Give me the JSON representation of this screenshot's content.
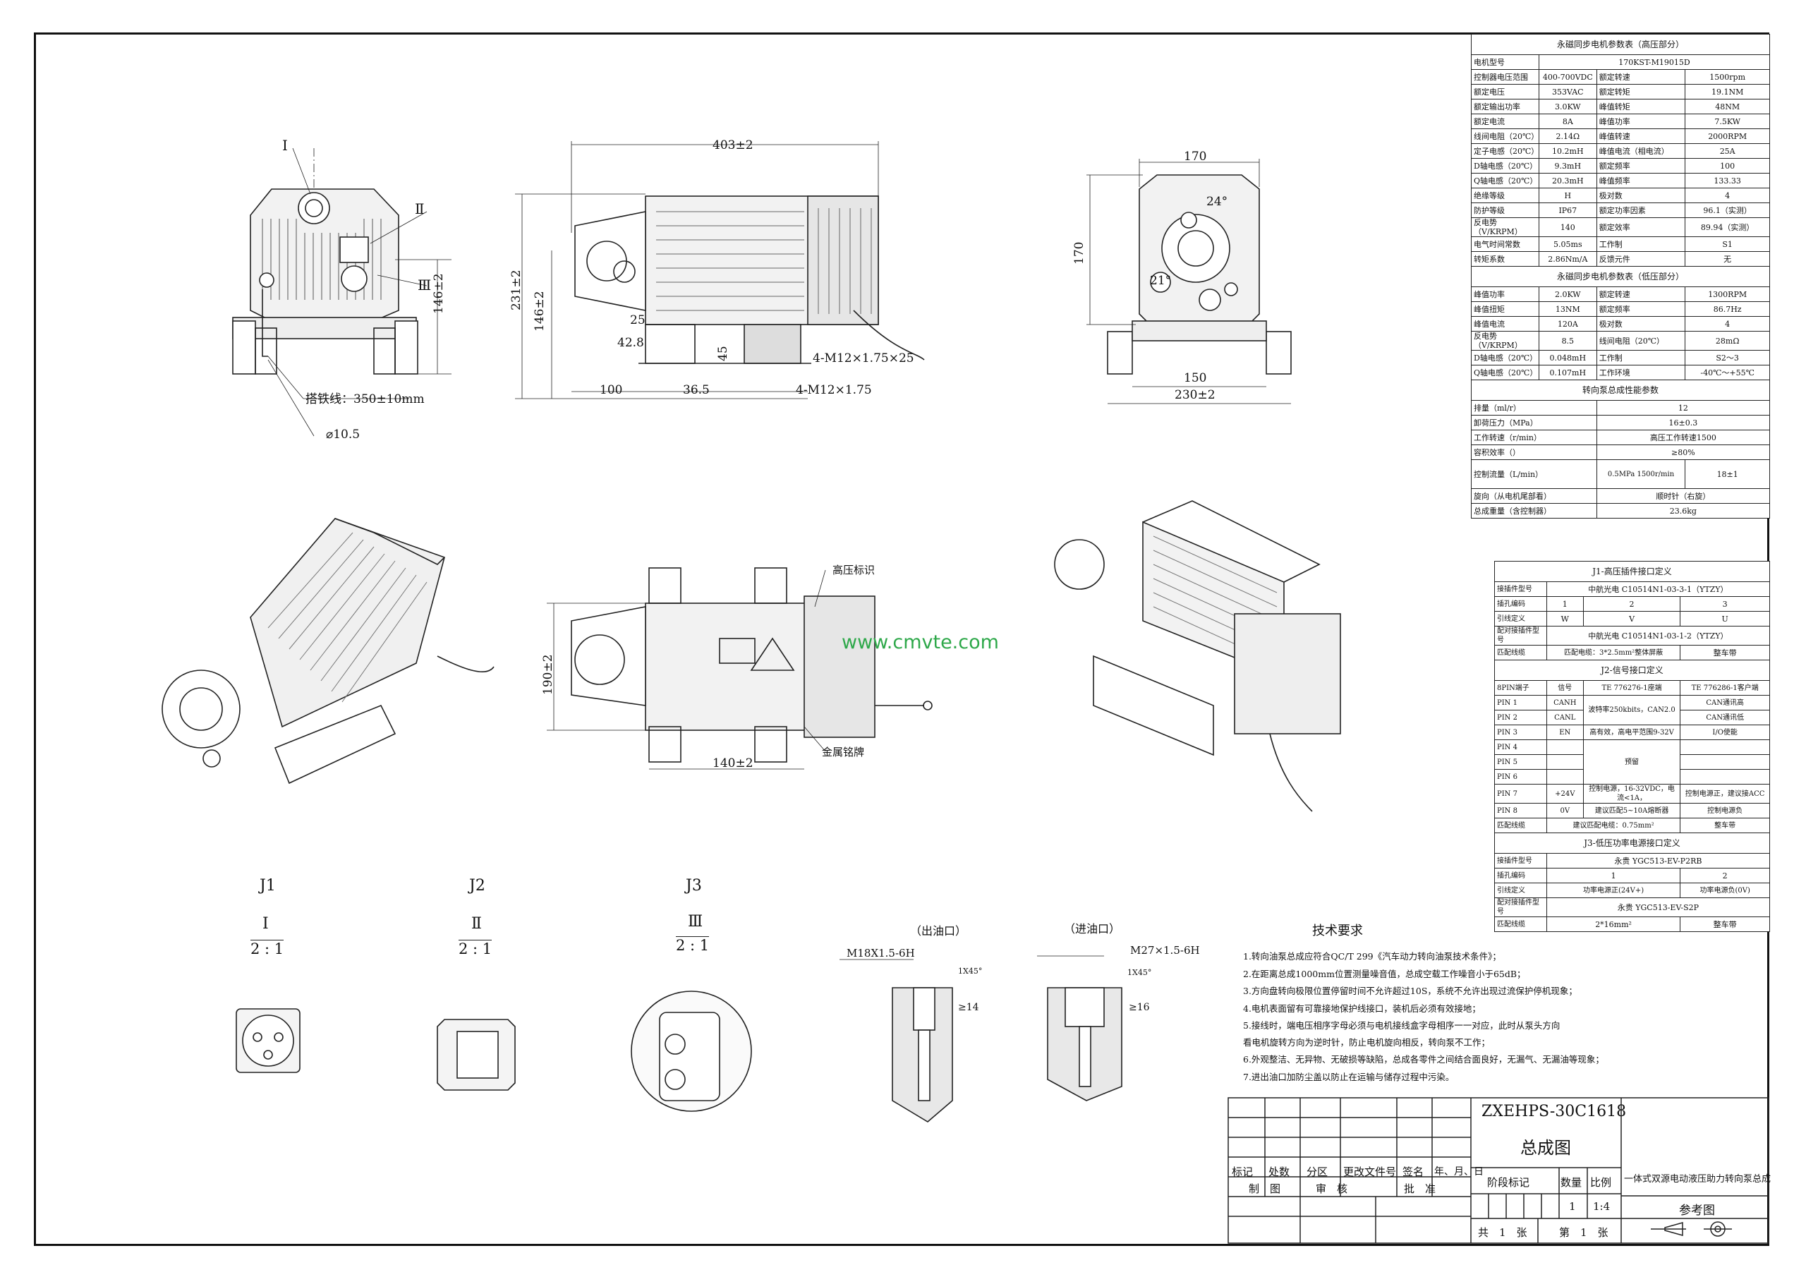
{
  "views": {
    "roman_I": "I",
    "roman_II": "Ⅱ",
    "roman_III": "Ⅲ",
    "dims_front": {
      "ground_wire": "搭铁线：350±10mm",
      "hole_dia": "⌀10.5",
      "height_146": "146±2"
    },
    "dims_side": {
      "len_403": "403±2",
      "h_231": "231±2",
      "h_146": "146±2",
      "d_25": "25",
      "d_42_8": "42.8",
      "d_45": "45",
      "d_100": "100",
      "d_36_5": "36.5",
      "bolt_1": "4-M12×1.75×25",
      "bolt_2": "4-M12×1.75"
    },
    "dims_end": {
      "w_170": "170",
      "h_170": "170",
      "ang_24": "24°",
      "ang_21": "21°",
      "w_150": "150",
      "w_230": "230±2"
    },
    "dims_top": {
      "hv_mark": "高压标识",
      "h_190": "190±2",
      "w_140": "140±2",
      "nameplate": "金属铭牌"
    },
    "watermark": "www.cmvte.com"
  },
  "details": [
    {
      "title": "J1",
      "roman": "I",
      "scale": "2 : 1"
    },
    {
      "title": "J2",
      "roman": "Ⅱ",
      "scale": "2 : 1"
    },
    {
      "title": "J3",
      "roman": "Ⅲ",
      "scale": "2 : 1"
    }
  ],
  "ports": {
    "outlet": {
      "title": "（出油口）",
      "thread": "M18X1.5-6H",
      "chamfer": "1X45°",
      "depth": "≥14"
    },
    "inlet": {
      "title": "（进油口）",
      "thread": "M27×1.5-6H",
      "chamfer": "1X45°",
      "depth": "≥16"
    }
  },
  "motor_hv": {
    "title": "永磁同步电机参数表（高压部分）",
    "model_label": "电机型号",
    "model": "170KST-M19015D",
    "rows": [
      [
        "控制器电压范围",
        "400-700VDC",
        "额定转速",
        "1500rpm"
      ],
      [
        "额定电压",
        "353VAC",
        "额定转矩",
        "19.1NM"
      ],
      [
        "额定输出功率",
        "3.0KW",
        "峰值转矩",
        "48NM"
      ],
      [
        "额定电流",
        "8A",
        "峰值功率",
        "7.5KW"
      ],
      [
        "线间电阻（20℃）",
        "2.14Ω",
        "峰值转速",
        "2000RPM"
      ],
      [
        "定子电感（20℃）",
        "10.2mH",
        "峰值电流（相电流）",
        "25A"
      ],
      [
        "D轴电感（20℃）",
        "9.3mH",
        "额定频率",
        "100"
      ],
      [
        "Q轴电感（20℃）",
        "20.3mH",
        "峰值频率",
        "133.33"
      ],
      [
        "绝缘等级",
        "H",
        "极对数",
        "4"
      ],
      [
        "防护等级",
        "IP67",
        "额定功率因素",
        "96.1（实测）"
      ],
      [
        "反电势（V/KRPM）",
        "140",
        "额定效率",
        "89.94（实测）"
      ],
      [
        "电气时间常数",
        "5.05ms",
        "工作制",
        "S1"
      ],
      [
        "转矩系数",
        "2.86Nm/A",
        "反馈元件",
        "无"
      ]
    ]
  },
  "motor_lv": {
    "title": "永磁同步电机参数表（低压部分）",
    "rows": [
      [
        "峰值功率",
        "2.0KW",
        "额定转速",
        "1300RPM"
      ],
      [
        "峰值扭矩",
        "13NM",
        "额定频率",
        "86.7Hz"
      ],
      [
        "峰值电流",
        "120A",
        "极对数",
        "4"
      ],
      [
        "反电势（V/KRPM）",
        "8.5",
        "线间电阻（20℃）",
        "28mΩ"
      ],
      [
        "D轴电感（20℃）",
        "0.048mH",
        "工作制",
        "S2～3"
      ],
      [
        "Q轴电感（20℃）",
        "0.107mH",
        "工作环境",
        "-40℃～+55℃"
      ]
    ]
  },
  "pump": {
    "title": "转向泵总成性能参数",
    "rows": [
      [
        "排量（ml/r）",
        "12"
      ],
      [
        "卸荷压力（MPa）",
        "16±0.3"
      ],
      [
        "工作转速（r/min）",
        "高压工作转速1500"
      ],
      [
        "容积效率（）",
        "≥80%"
      ]
    ],
    "flow_label": "控制流量（L/min）",
    "flow_cond": "0.5MPa 1500r/min",
    "flow_value": "18±1",
    "rot_label": "旋向（从电机尾部看）",
    "rot_value": "顺时针（右旋）",
    "weight_label": "总成重量（含控制器）",
    "weight_value": "23.6kg"
  },
  "j1": {
    "title": "J1-高压插件接口定义",
    "rows": [
      [
        "接插件型号",
        "中航光电 C10514N1-03-3-1（YTZY）"
      ],
      [
        "插孔编码",
        "1",
        "2",
        "3"
      ],
      [
        "引线定义",
        "W",
        "V",
        "U"
      ],
      [
        "配对接插件型号",
        "中航光电 C10514N1-03-1-2（YTZY）"
      ],
      [
        "匹配线缆",
        "匹配电缆：3*2.5mm²整体屏蔽",
        "整车带"
      ]
    ]
  },
  "j2": {
    "title": "J2-信号接口定义",
    "header": [
      "8PIN端子",
      "信号",
      "TE 776276-1座端",
      "TE 776286-1客户端"
    ],
    "rows": [
      [
        "PIN 1",
        "CANH",
        "波特率250kbits，CAN2.0",
        "CAN通讯高"
      ],
      [
        "PIN 2",
        "CANL",
        "",
        "CAN通讯低"
      ],
      [
        "PIN 3",
        "EN",
        "高有效，高电平范围9-32V",
        "I/O使能"
      ],
      [
        "PIN 4",
        "",
        "预留",
        ""
      ],
      [
        "PIN 5",
        "",
        "",
        ""
      ],
      [
        "PIN 6",
        "",
        "",
        ""
      ],
      [
        "PIN 7",
        "+24V",
        "控制电源，16-32VDC，电流<1A，",
        "控制电源正，建议接ACC"
      ],
      [
        "PIN 8",
        "0V",
        "建议匹配5~10A熔断器",
        "控制电源负"
      ]
    ],
    "cable": [
      "匹配线缆",
      "建议匹配电缆：0.75mm²",
      "整车带"
    ]
  },
  "j3": {
    "title": "J3-低压功率电源接口定义",
    "rows": [
      [
        "接插件型号",
        "永贵 YGC513-EV-P2RB"
      ],
      [
        "插孔编码",
        "1",
        "2"
      ],
      [
        "引线定义",
        "功率电源正(24V+)",
        "功率电源负(0V)"
      ],
      [
        "配对接插件型号",
        "永贵 YGC513-EV-S2P"
      ],
      [
        "匹配线缆",
        "2*16mm²",
        "整车带"
      ]
    ]
  },
  "requirements": {
    "title": "技术要求",
    "items": [
      "1.转向油泵总成应符合QC/T 299《汽车动力转向油泵技术条件》；",
      "2.在距离总成1000mm位置测量噪音值，总成空载工作噪音小于65dB；",
      "3.方向盘转向极限位置停留时间不允许超过10S，系统不允许出现过流保护停机现象；",
      "4.电机表面留有可靠接地保护线接口，装机后必须有效接地；",
      "5.接线时，端电压相序字母必须与电机接线盒字母相序一一对应，此时从泵头方向",
      "看电机旋转方向为逆时针，防止电机旋向相反，转向泵不工作；",
      "6.外观整洁、无异物、无破损等缺陷，总成各零件之间结合面良好，无漏气、无漏油等现象；",
      "7.进出油口加防尘盖以防止在运输与储存过程中污染。"
    ]
  },
  "titleblock": {
    "code": "ZXEHPS-30C1618",
    "name": "总成图",
    "rev_headers": [
      "标记",
      "处数",
      "分区",
      "更改文件号",
      "签名",
      "年、月、日"
    ],
    "sign_row": [
      "制　图",
      "审　核",
      "批　准"
    ],
    "stage_label": "阶段标记",
    "qty_label": "数量",
    "scale_label": "比例",
    "qty": "1",
    "scale": "1:4",
    "desc": "一体式双源电动液压助力转向泵总成",
    "ref": "参考图",
    "total_sheets": "共　1　张",
    "sheet_no": "第　1　张"
  }
}
